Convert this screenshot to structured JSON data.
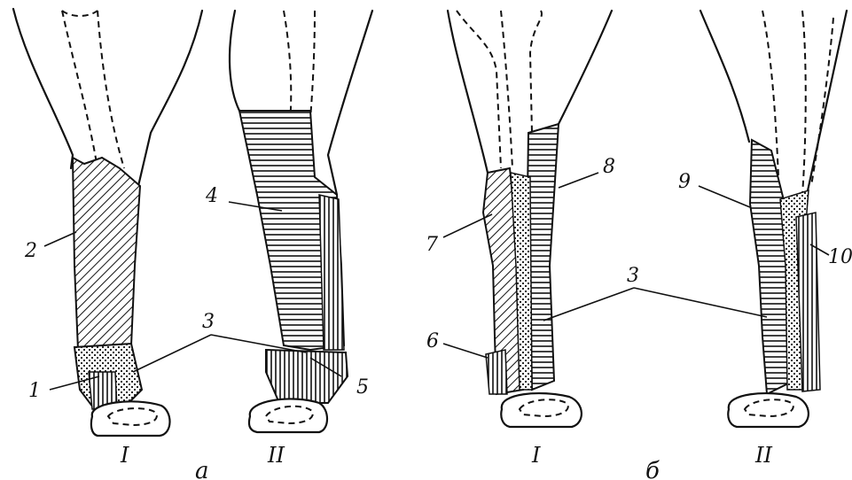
{
  "labels": {
    "l1": "1",
    "l2": "2",
    "l3a": "3",
    "l3b": "3",
    "l4": "4",
    "l5": "5",
    "l6": "6",
    "l7": "7",
    "l8": "8",
    "l9": "9",
    "l10": "10"
  },
  "roman": {
    "a1": "I",
    "a2": "II",
    "b1": "I",
    "b2": "II"
  },
  "panels": {
    "a": "а",
    "b": "б"
  }
}
